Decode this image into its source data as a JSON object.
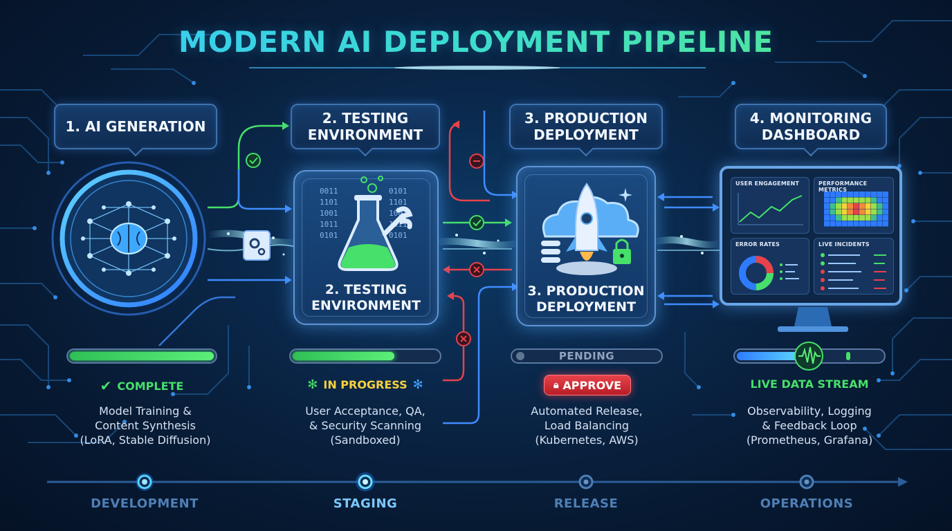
{
  "title": "MODERN AI DEPLOYMENT PIPELINE",
  "colors": {
    "accent_blue": "#35c8ff",
    "accent_green": "#47e06a",
    "warning_yellow": "#f5d23c",
    "danger_red": "#e8424a",
    "grey": "#8fa4c0"
  },
  "stages": [
    {
      "label": "1. AI GENERATION",
      "status": "COMPLETE",
      "status_icon": "check-icon",
      "progress": 1.0,
      "description": "Model Training &\nContent Synthesis\n(LoRA, Stable Diffusion)",
      "icon": "brain-network-icon"
    },
    {
      "label": "2. TESTING\nENVIRONMENT",
      "card_caption": "2. TESTING\nENVIRONMENT",
      "status": "IN PROGRESS",
      "status_icon": "spinner-icon",
      "progress": 0.7,
      "description": "User Acceptance, QA,\n& Security Scanning\n(Sandboxed)",
      "icon": "flask-wrench-icon",
      "binary": [
        "0011",
        "1101",
        "1001",
        "1011",
        "0101",
        "0101",
        "1101",
        "1001",
        "1011",
        "0101"
      ]
    },
    {
      "label": "3. PRODUCTION\nDEPLOYMENT",
      "card_caption": "3. PRODUCTION\nDEPLOYMENT",
      "status_bar_text": "PENDING",
      "progress": 0.0,
      "button_label": "APPROVE",
      "button_icon": "lock-icon",
      "description": "Automated Release,\nLoad Balancing\n(Kubernetes, AWS)",
      "icon": "rocket-cloud-icon"
    },
    {
      "label": "4. MONITORING\nDASHBOARD",
      "status": "LIVE DATA STREAM",
      "status_icon": "waveform-icon",
      "description": "Observability, Logging\n& Feedback Loop\n(Prometheus, Grafana)",
      "icon": "monitor-icon",
      "panels": [
        "USER ENGAGEMENT",
        "PERFORMANCE METRICS",
        "ERROR RATES",
        "LIVE INCIDENTS"
      ]
    }
  ],
  "timeline": [
    {
      "label": "DEVELOPMENT"
    },
    {
      "label": "STAGING"
    },
    {
      "label": "RELEASE"
    },
    {
      "label": "OPERATIONS"
    }
  ]
}
